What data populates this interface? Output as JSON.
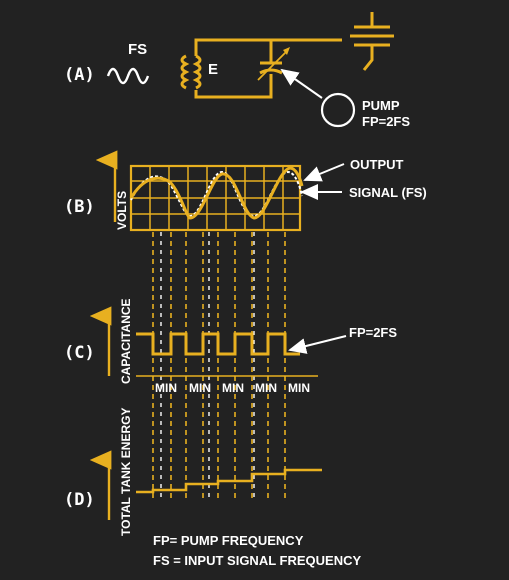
{
  "panel_labels": {
    "a": "(A)",
    "b": "(B)",
    "c": "(C)",
    "d": "(D)"
  },
  "section_a": {
    "fs_label": "FS",
    "e_label": "E",
    "pump_label": "PUMP",
    "pump_freq": "FP=2FS"
  },
  "section_b": {
    "y_label": "VOLTS",
    "output_label": "OUTPUT",
    "signal_label": "SIGNAL (FS)"
  },
  "section_c": {
    "y_label": "CAPACITANCE",
    "pump_freq_label": "FP=2FS",
    "min_labels": [
      "MIN",
      "MIN",
      "MIN",
      "MIN",
      "MIN"
    ]
  },
  "section_d": {
    "y_label": "TOTAL TANK ENERGY"
  },
  "legend": {
    "line1": "FP= PUMP  FREQUENCY",
    "line2": "FS = INPUT  SIGNAL  FREQUENCY"
  },
  "colors": {
    "background": "#222222",
    "trace": "#e8b020",
    "text": "#ffffff"
  }
}
